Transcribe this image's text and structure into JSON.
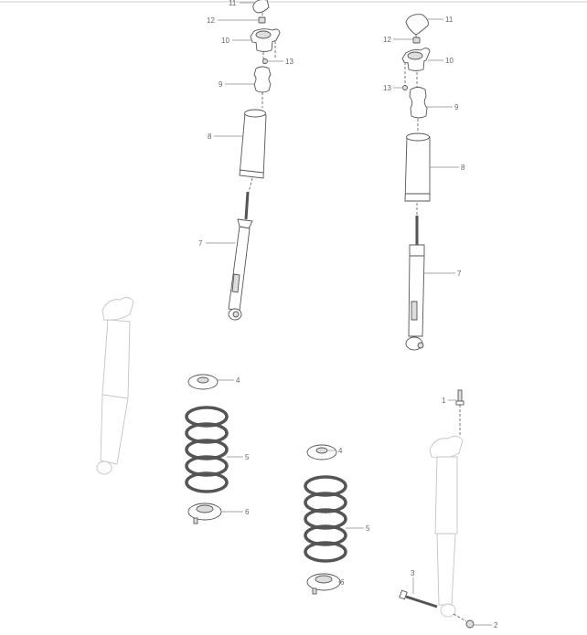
{
  "diagram": {
    "callouts": {
      "left_top_mount_cover": "11",
      "left_nut": "12",
      "left_top_mount": "10",
      "left_bolt_small": "13",
      "left_bump_stop": "9",
      "left_dust_boot": "8",
      "left_shock_absorber": "7",
      "right_top_mount_cover": "11",
      "right_nut": "12",
      "right_top_mount": "10",
      "right_bolt_small": "13",
      "right_bump_stop": "9",
      "right_dust_boot": "8",
      "right_shock_absorber": "7",
      "left_upper_spring_seat": "4",
      "left_coil_spring": "5",
      "left_lower_spring_seat": "6",
      "right_upper_spring_seat": "4",
      "right_coil_spring": "5",
      "right_lower_spring_seat": "6",
      "upper_bolt": "1",
      "lower_nut": "2",
      "lower_bolt": "3"
    },
    "colors": {
      "line": "#555555",
      "ghost": "#c4c4c4",
      "leader": "#888888"
    }
  }
}
